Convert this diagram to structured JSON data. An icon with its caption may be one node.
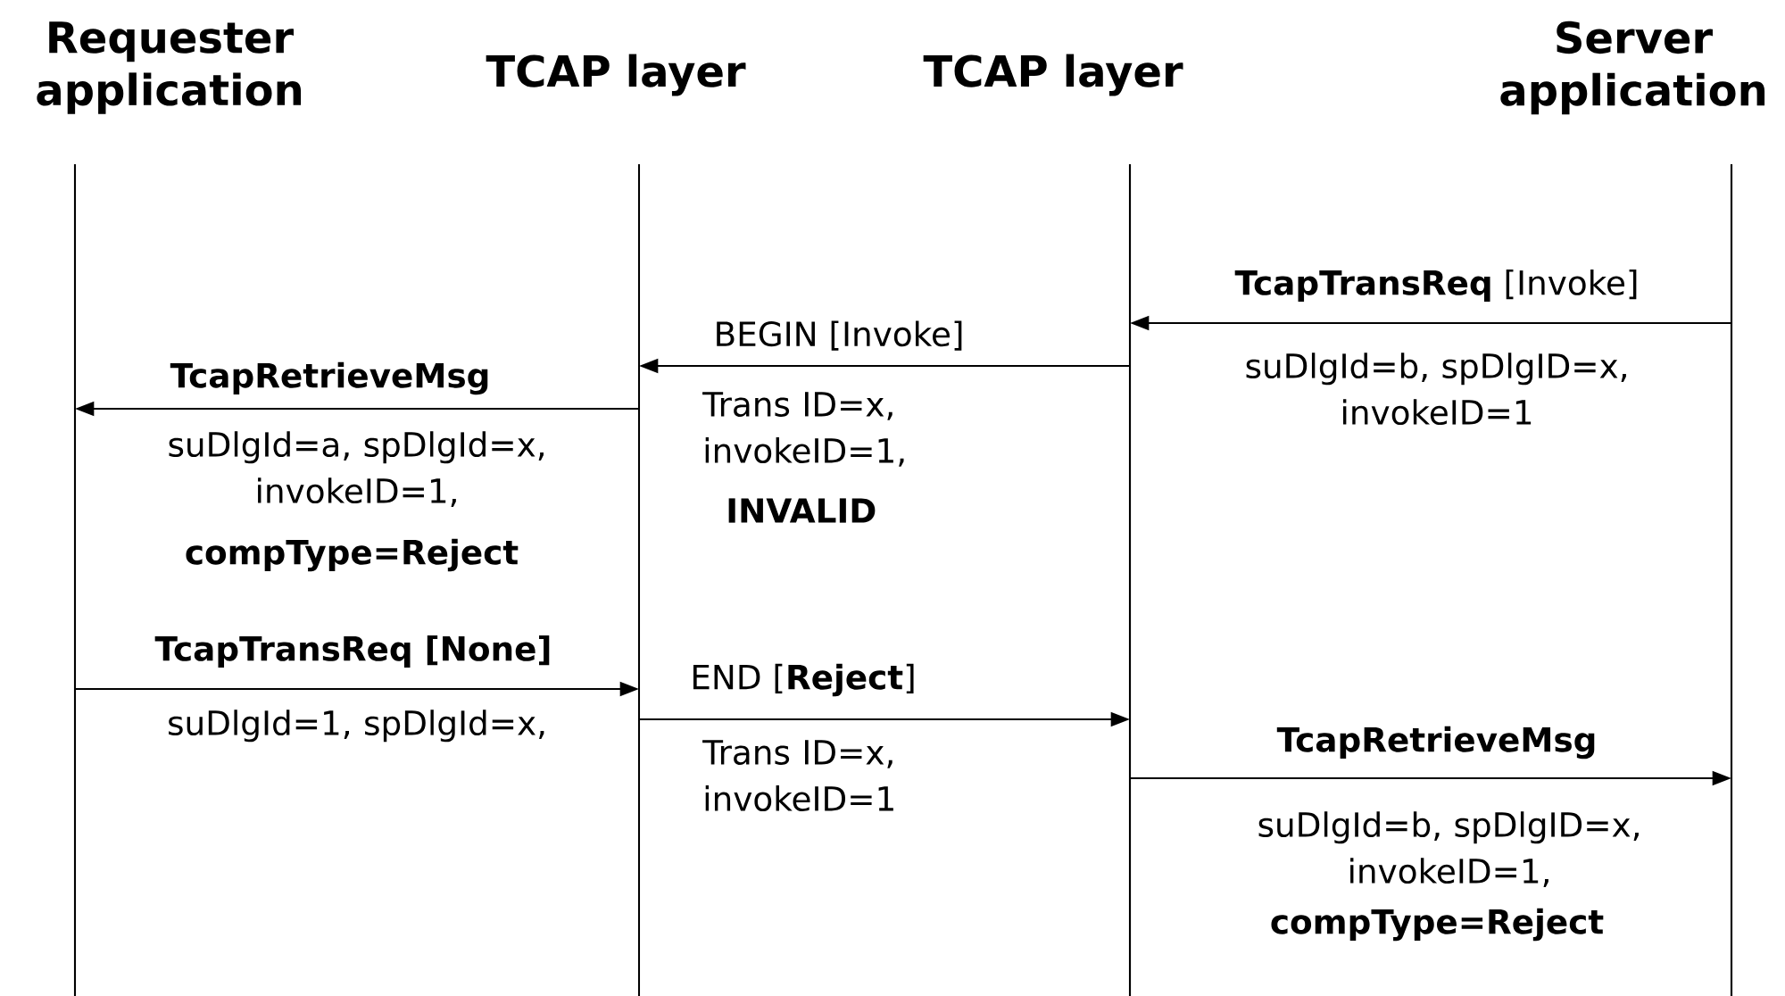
{
  "diagram": {
    "nodes": [
      {
        "text": [
          "Requester application"
        ]
      },
      {
        "text": [
          "TCAP layer"
        ]
      },
      {
        "text": [
          "TCAP layer"
        ]
      },
      {
        "text": [
          "Server application"
        ]
      }
    ],
    "edges": [
      {
        "from": 3,
        "to": 2,
        "arrow": "to",
        "label": "**TcapTransReq** [Invoke]"
      },
      {
        "from": 2,
        "to": 1,
        "arrow": "to",
        "label": "BEGIN [Invoke]"
      },
      {
        "from": 1,
        "to": 0,
        "arrow": "to",
        "label": "TcapRetrieveMsg"
      },
      {
        "from": 0,
        "to": 1,
        "arrow": "to",
        "label": "TcapTransReq [None]"
      },
      {
        "from": 1,
        "to": 2,
        "arrow": "to",
        "label": "END [**Reject**]"
      },
      {
        "from": 2,
        "to": 3,
        "arrow": "to",
        "label": "TcapRetrieveMsg"
      }
    ],
    "labels": [
      "suDlgId=b, spDlgID=x, invokeID=1",
      "Trans ID=x, invokeID=1,",
      "INVALID",
      "suDlgId=a, spDlgId=x, invokeID=1,",
      "compType=Reject",
      "suDlgId=1, spDlgId=x,",
      "Trans ID=x, invokeID=1",
      "suDlgId=b, spDlgID=x, invokeID=1,",
      "compType=Reject"
    ]
  }
}
